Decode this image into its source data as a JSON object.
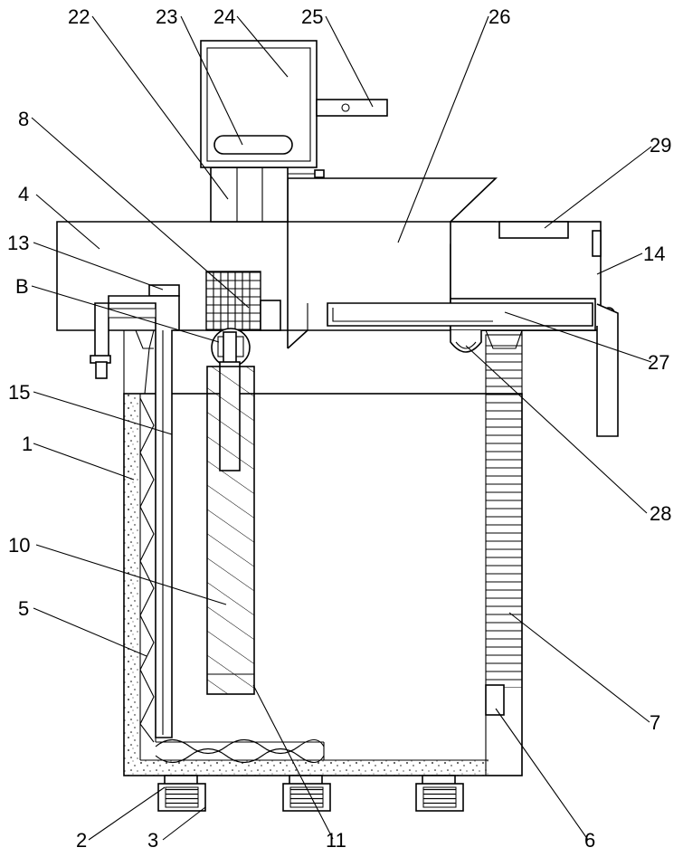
{
  "labels": {
    "l22": "22",
    "l23": "23",
    "l24": "24",
    "l25": "25",
    "l26": "26",
    "l8": "8",
    "l29": "29",
    "l4": "4",
    "l13": "13",
    "l14": "14",
    "lB": "B",
    "l27": "27",
    "l15": "15",
    "l1": "1",
    "l28": "28",
    "l10": "10",
    "l5": "5",
    "l7": "7",
    "l2": "2",
    "l3": "3",
    "l11": "11",
    "l6": "6"
  },
  "colors": {
    "line": "#000000",
    "background": "#ffffff"
  }
}
